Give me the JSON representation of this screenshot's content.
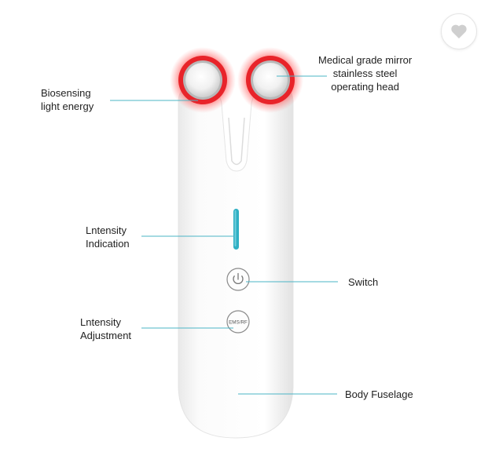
{
  "labels": {
    "biosensing": [
      "Biosensing",
      "light energy"
    ],
    "operating_head": [
      "Medical grade mirror",
      "stainless steel",
      "operating head"
    ],
    "intensity_indication": [
      "Lntensity",
      "Indication"
    ],
    "switch": "Switch",
    "intensity_adjustment": [
      "Lntensity",
      "Adjustment"
    ],
    "body": "Body Fuselage"
  },
  "button_text": {
    "mode": "EMS/RF"
  },
  "icons": {
    "favorite": "heart-icon",
    "power": "power-icon"
  },
  "colors": {
    "leader_line": "#4bb5c6",
    "indicator": "#2fb0c4",
    "red_glow": "#e8242a",
    "body": "#f7f7f7",
    "heart": "#cfcfcf"
  }
}
